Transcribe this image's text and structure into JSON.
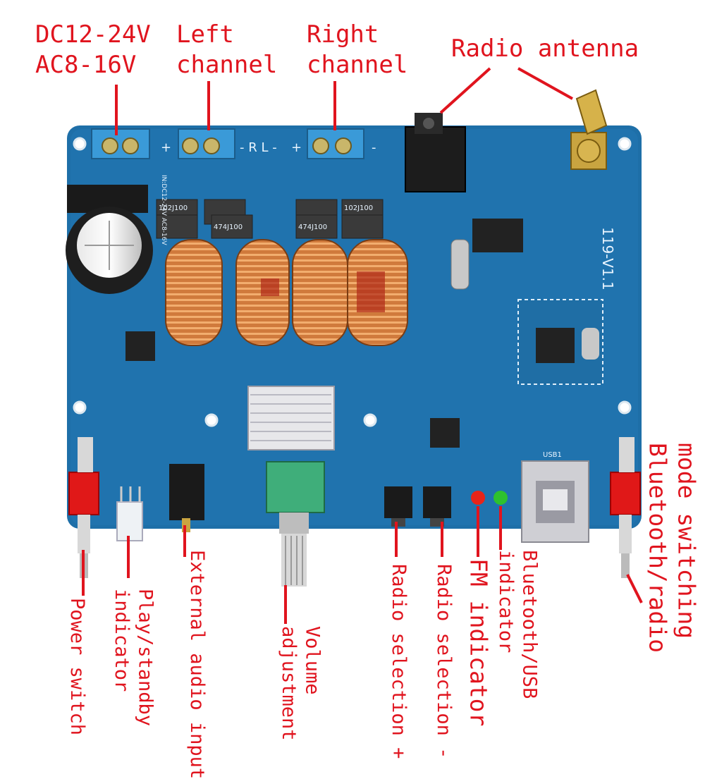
{
  "labels": {
    "power_input": [
      "DC12-24V",
      "AC8-16V"
    ],
    "left_channel": [
      "Left",
      "channel"
    ],
    "right_channel": [
      "Right",
      "channel"
    ],
    "radio_antenna": "Radio antenna",
    "power_switch": "Power switch",
    "play_standby": [
      "Play/standby",
      "indicator"
    ],
    "external_audio": "External audio input",
    "volume": [
      "Volume",
      "adjustment"
    ],
    "radio_sel_plus": "Radio selection +",
    "radio_sel_minus": "Radio selection -",
    "fm_indicator": "FM indicator",
    "bt_usb_indicator": [
      "Bluetooth/USB",
      "indicator"
    ],
    "mode_switching": [
      "mode switching",
      "Bluetooth/radio"
    ]
  },
  "board": {
    "version": "119-V1.1",
    "terminal_marks": [
      "+",
      "- R L -",
      "+",
      "-"
    ],
    "chip_text": [
      "102J100",
      "474J100",
      "474J100",
      "102J100"
    ],
    "spec_text": "IN:DC12-24V AC8-16V",
    "usb_label": "USB1"
  },
  "colors": {
    "label": "#e0141e",
    "pcb": "#1e6fa8",
    "coil": "#c8703a",
    "switch": "#e01818"
  }
}
